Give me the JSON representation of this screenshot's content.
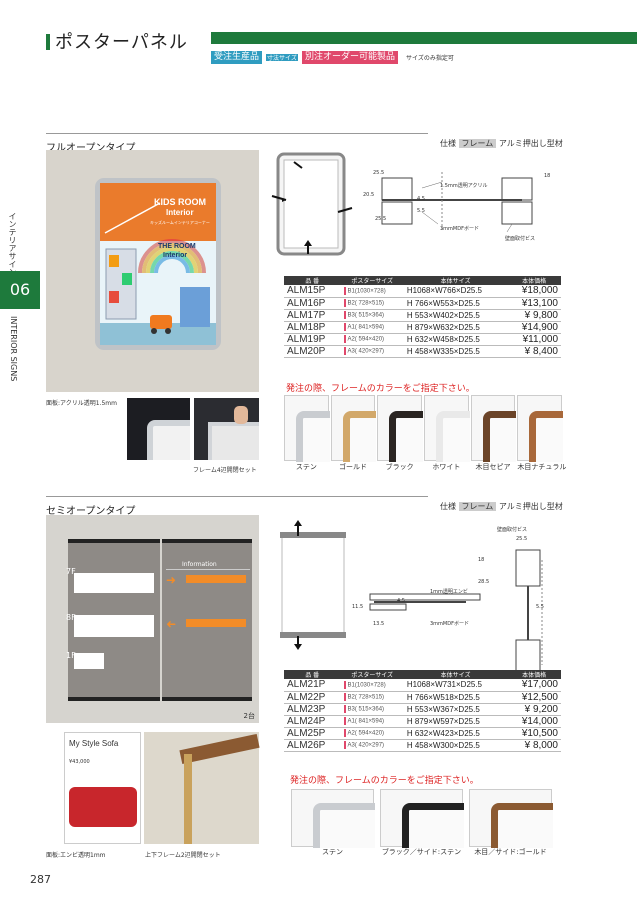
{
  "header": {
    "title": "ポスターパネル",
    "badge_made_to_order": "受注生産品",
    "badge_size_spec": "寸法サイズ",
    "badge_custom": "別注オーダー可能製品",
    "badge_note": "サイズのみ指定可"
  },
  "side": {
    "label_jp": "インテリアサイン",
    "number": "06",
    "label_en": "INTERIOR SIGNS"
  },
  "section1": {
    "title": "フルオープンタイプ",
    "spec_prefix": "仕様",
    "spec_highlight": "フレーム",
    "spec_suffix": "アルミ押出し型材",
    "photo": {
      "sign_title": "KIDS ROOM",
      "sign_sub": "Interior",
      "sign_small": "キッズルームインテリアコーナー",
      "sign_title2": "THE ROOM",
      "sign_sub2": "Interior"
    },
    "caption_face": "面板:アクリル透明1.5mm",
    "caption_frame": "フレーム4辺開閉セット",
    "drawing": {
      "d1": "25.5",
      "d2": "25.5",
      "d3": "18",
      "d4": "4.5",
      "d5": "5.5",
      "d6": "20.5",
      "note_acrylic": "1.5mm透明アクリル",
      "note_board": "3mmMDFボード",
      "note_screw": "壁面取付ビス"
    },
    "table": {
      "headers": [
        "品 番",
        "ポスターサイズ",
        "本体サイズ",
        "本体価格"
      ],
      "rows": [
        [
          "ALM15P",
          "B1(1030×728)",
          "H1068×W766×D25.5",
          "¥18,000"
        ],
        [
          "ALM16P",
          "B2( 728×515)",
          "H 766×W553×D25.5",
          "¥13,100"
        ],
        [
          "ALM17P",
          "B3( 515×364)",
          "H 553×W402×D25.5",
          "¥ 9,800"
        ],
        [
          "ALM18P",
          "A1( 841×594)",
          "H 879×W632×D25.5",
          "¥14,900"
        ],
        [
          "ALM19P",
          "A2( 594×420)",
          "H 632×W458×D25.5",
          "¥11,000"
        ],
        [
          "ALM20P",
          "A3( 420×297)",
          "H 458×W335×D25.5",
          "¥ 8,400"
        ]
      ]
    },
    "notice": "発注の際、フレームのカラーをご指定下さい。",
    "colors": [
      {
        "label": "ステン",
        "color": "#c9ccd0"
      },
      {
        "label": "ゴールド",
        "color": "#d2a86a"
      },
      {
        "label": "ブラック",
        "color": "#2a2522"
      },
      {
        "label": "ホワイト",
        "color": "#e9e9e9"
      },
      {
        "label": "木目セピア",
        "color": "#6b4428"
      },
      {
        "label": "木目ナチュラル",
        "color": "#a8683a"
      }
    ]
  },
  "section2": {
    "title": "セミオープンタイプ",
    "spec_prefix": "仕様",
    "spec_highlight": "フレーム",
    "spec_suffix": "アルミ押出し型材",
    "photo_count": "2台",
    "photo": {
      "info_title": "Information",
      "floor_7": "7F",
      "floor_8": "8F",
      "floor_1": "1F",
      "sofa_title": "My Style Sofa",
      "sofa_price": "¥43,000"
    },
    "caption_face": "面板:エンビ透明1mm",
    "caption_frame": "上下フレーム2辺開閉セット",
    "drawing": {
      "d1": "25.5",
      "d2": "18",
      "d3": "28.5",
      "d4": "5.5",
      "d5": "4.5",
      "d6": "11.5",
      "d7": "13.5",
      "note_screw": "壁面取付ビス",
      "note_pvc": "1mm透明エンビ",
      "note_board": "3mmMDFボード"
    },
    "table": {
      "headers": [
        "品 番",
        "ポスターサイズ",
        "本体サイズ",
        "本体価格"
      ],
      "rows": [
        [
          "ALM21P",
          "B1(1030×728)",
          "H1068×W731×D25.5",
          "¥17,000"
        ],
        [
          "ALM22P",
          "B2( 728×515)",
          "H 766×W518×D25.5",
          "¥12,500"
        ],
        [
          "ALM23P",
          "B3( 515×364)",
          "H 553×W367×D25.5",
          "¥ 9,200"
        ],
        [
          "ALM24P",
          "A1( 841×594)",
          "H 879×W597×D25.5",
          "¥14,000"
        ],
        [
          "ALM25P",
          "A2( 594×420)",
          "H 632×W423×D25.5",
          "¥10,500"
        ],
        [
          "ALM26P",
          "A3( 420×297)",
          "H 458×W300×D25.5",
          "¥ 8,000"
        ]
      ]
    },
    "notice": "発注の際、フレームのカラーをご指定下さい。",
    "colors": [
      {
        "label": "ステン",
        "color": "#c9ccd0"
      },
      {
        "label": "ブラック／サイド:ステン",
        "color": "#222222"
      },
      {
        "label": "木目／サイド:ゴールド",
        "color": "#8b5a32"
      }
    ]
  },
  "footer": {
    "page": "287"
  }
}
